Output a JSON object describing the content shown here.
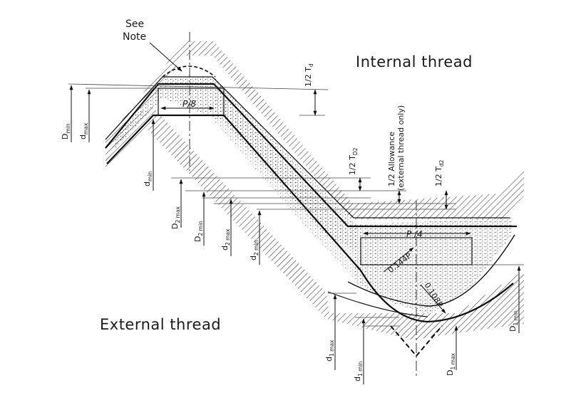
{
  "note": {
    "line1": "See",
    "line2": "Note"
  },
  "titles": {
    "internal": "Internal thread",
    "external": "External thread"
  },
  "inner_labels": {
    "p8": "P/8",
    "p4": "P /4",
    "r144": "0.144P",
    "r108": "0.108P"
  },
  "dims": {
    "Dmin": {
      "main": "D",
      "sub": "min"
    },
    "dmax": {
      "main": "d",
      "sub": "max"
    },
    "dmin": {
      "main": "d",
      "sub": "min"
    },
    "D2max": {
      "main": "D",
      "sub": "2 max"
    },
    "D2min": {
      "main": "D",
      "sub": "2 min"
    },
    "d2max": {
      "main": "d",
      "sub": "2 max"
    },
    "d2min": {
      "main": "d",
      "sub": "2 min"
    },
    "d1max": {
      "main": "d",
      "sub": "1 max"
    },
    "d1min": {
      "main": "d",
      "sub": "1 min"
    },
    "D1max": {
      "main": "D",
      "sub": "1 max"
    },
    "D1min": {
      "main": "D",
      "sub": "1 min"
    },
    "halfTd": {
      "main": "1/2 T",
      "sub": "d"
    },
    "halfTD2": {
      "main": "1/2 T",
      "sub": "D2"
    },
    "halfTd2": {
      "main": "1/2 T",
      "sub": "d2"
    },
    "allowance": {
      "line1": "1/2 Allowance",
      "line2": "(external thread only)"
    }
  }
}
